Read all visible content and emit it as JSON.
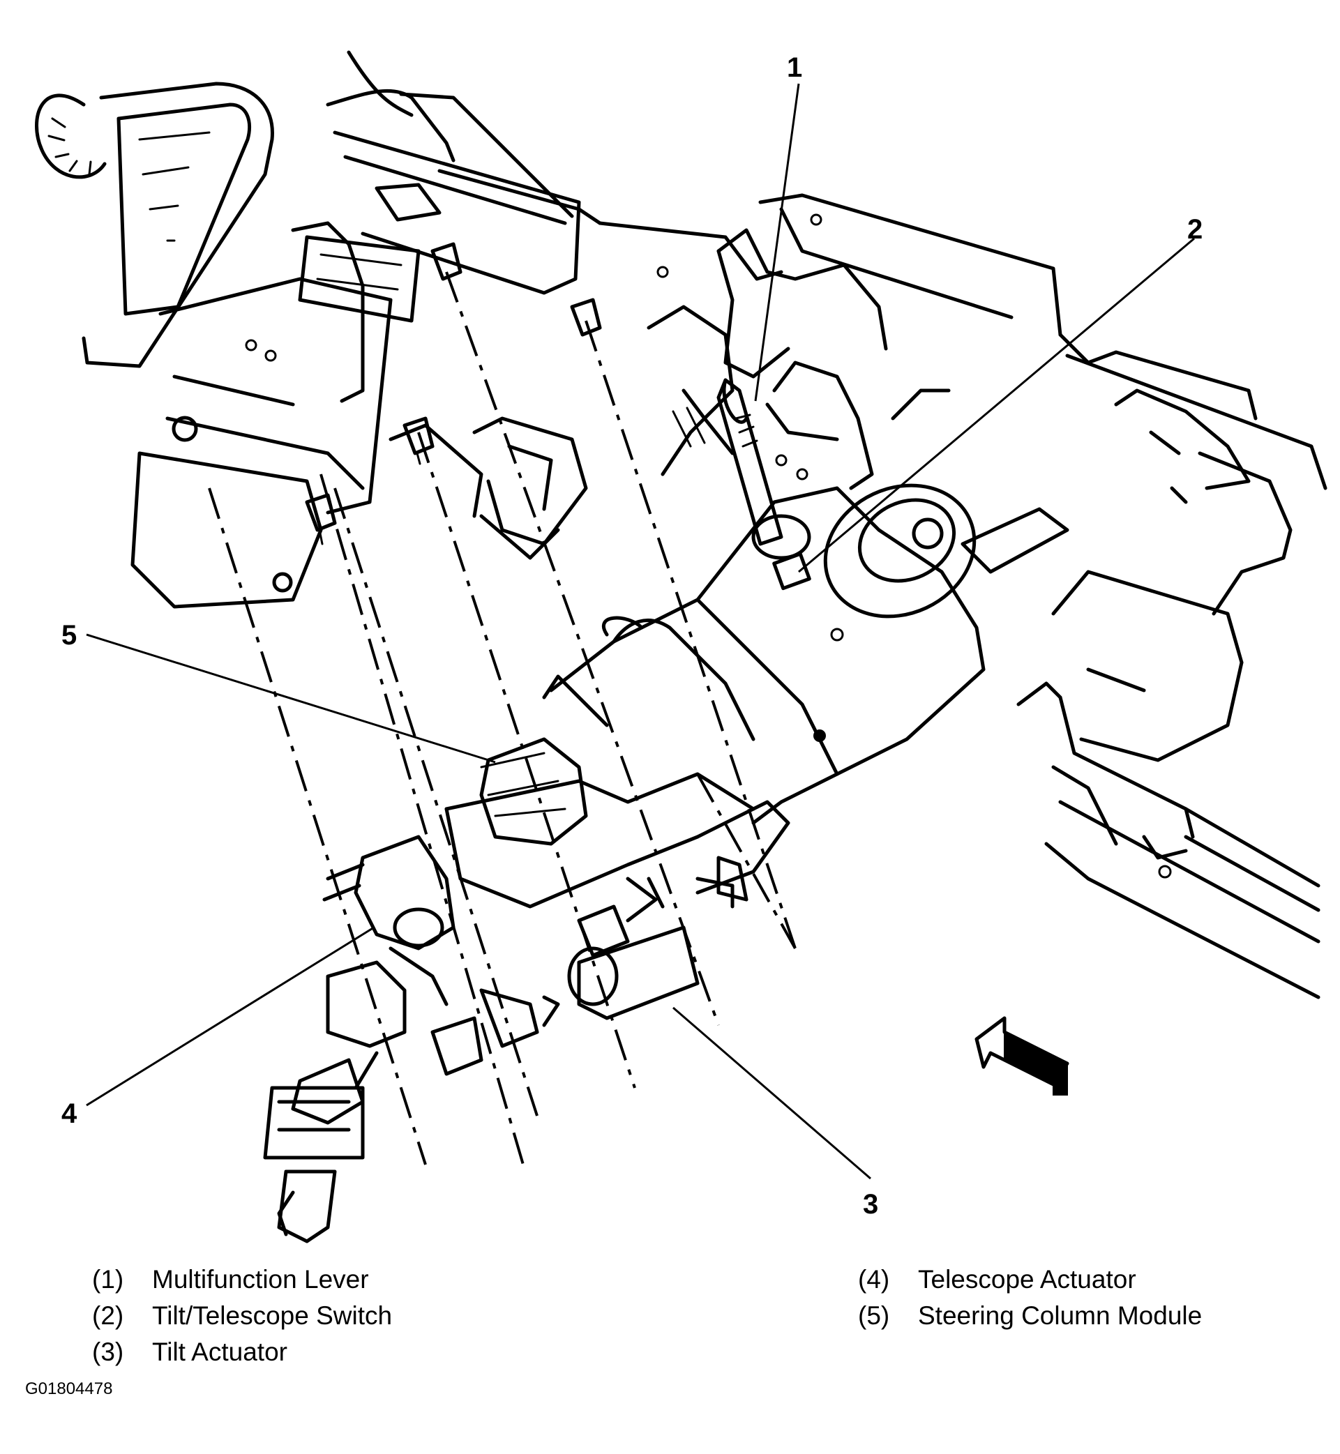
{
  "callouts": [
    "1",
    "2",
    "3",
    "4",
    "5"
  ],
  "legend": [
    {
      "num": "(1)",
      "label": "Multifunction Lever"
    },
    {
      "num": "(2)",
      "label": "Tilt/Telescope Switch"
    },
    {
      "num": "(3)",
      "label": "Tilt Actuator"
    },
    {
      "num": "(4)",
      "label": "Telescope Actuator"
    },
    {
      "num": "(5)",
      "label": "Steering Column Module"
    }
  ],
  "figure_id": "G01804478"
}
